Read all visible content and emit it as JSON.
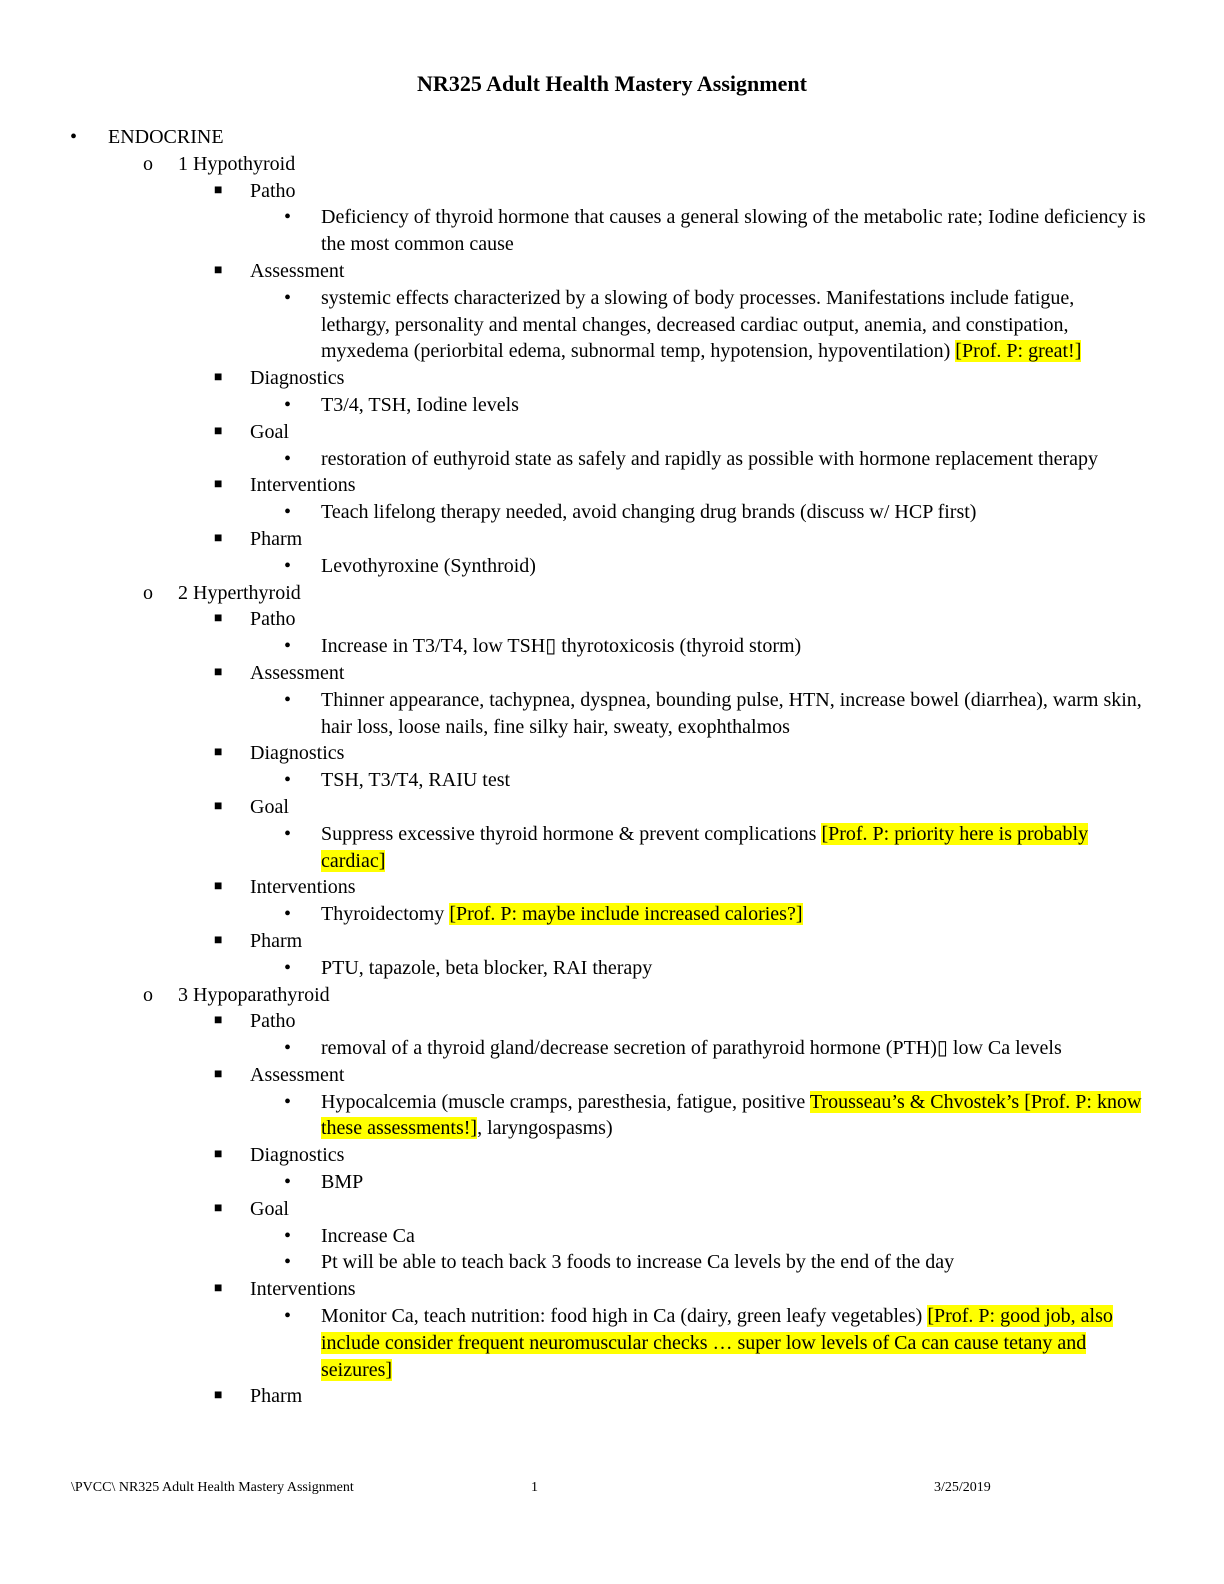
{
  "title": "NR325 Adult Health Mastery Assignment",
  "lines": [
    {
      "lvl": 1,
      "segs": [
        {
          "t": "ENDOCRINE"
        }
      ]
    },
    {
      "lvl": 2,
      "segs": [
        {
          "t": "1 Hypothyroid"
        }
      ]
    },
    {
      "lvl": 3,
      "segs": [
        {
          "t": "Patho"
        }
      ]
    },
    {
      "lvl": 4,
      "segs": [
        {
          "t": "Deficiency of thyroid hormone that causes a general slowing of the metabolic rate; Iodine deficiency is the most common cause"
        }
      ]
    },
    {
      "lvl": 3,
      "segs": [
        {
          "t": "Assessment"
        }
      ]
    },
    {
      "lvl": 4,
      "segs": [
        {
          "t": "systemic effects characterized by a slowing of body processes. Manifestations include fatigue, lethargy, personality and mental changes, decreased cardiac output, anemia, and constipation, myxedema (periorbital edema, subnormal temp, hypotension, hypoventilation) "
        },
        {
          "t": "[Prof. P: great!]",
          "hl": true
        }
      ]
    },
    {
      "lvl": 3,
      "segs": [
        {
          "t": "Diagnostics"
        }
      ]
    },
    {
      "lvl": 4,
      "segs": [
        {
          "t": "T3/4, TSH, Iodine levels"
        }
      ]
    },
    {
      "lvl": 3,
      "segs": [
        {
          "t": "Goal"
        }
      ]
    },
    {
      "lvl": 4,
      "segs": [
        {
          "t": "restoration of euthyroid state as safely and rapidly as possible with hormone replacement therapy"
        }
      ]
    },
    {
      "lvl": 3,
      "segs": [
        {
          "t": "Interventions"
        }
      ]
    },
    {
      "lvl": 4,
      "segs": [
        {
          "t": "Teach lifelong therapy needed, avoid changing drug brands (discuss w/ HCP first)"
        }
      ]
    },
    {
      "lvl": 3,
      "segs": [
        {
          "t": "Pharm"
        }
      ]
    },
    {
      "lvl": 4,
      "segs": [
        {
          "t": "Levothyroxine (Synthroid)"
        }
      ]
    },
    {
      "lvl": 2,
      "segs": [
        {
          "t": "2 Hyperthyroid"
        }
      ]
    },
    {
      "lvl": 3,
      "segs": [
        {
          "t": "Patho"
        }
      ]
    },
    {
      "lvl": 4,
      "segs": [
        {
          "t": "Increase in T3/T4, low TSH▯ thyrotoxicosis (thyroid storm)"
        }
      ]
    },
    {
      "lvl": 3,
      "segs": [
        {
          "t": "Assessment"
        }
      ]
    },
    {
      "lvl": 4,
      "segs": [
        {
          "t": "Thinner appearance, tachypnea, dyspnea, bounding pulse, HTN, increase bowel (diarrhea), warm skin, hair loss, loose nails, fine silky hair, sweaty, exophthalmos"
        }
      ]
    },
    {
      "lvl": 3,
      "segs": [
        {
          "t": "Diagnostics"
        }
      ]
    },
    {
      "lvl": 4,
      "segs": [
        {
          "t": "TSH, T3/T4, RAIU test"
        }
      ]
    },
    {
      "lvl": 3,
      "segs": [
        {
          "t": "Goal"
        }
      ]
    },
    {
      "lvl": 4,
      "segs": [
        {
          "t": "Suppress excessive thyroid hormone & prevent complications "
        },
        {
          "t": "[Prof. P: priority here is probably cardiac]",
          "hl": true
        }
      ]
    },
    {
      "lvl": 3,
      "segs": [
        {
          "t": "Interventions"
        }
      ]
    },
    {
      "lvl": 4,
      "segs": [
        {
          "t": "Thyroidectomy "
        },
        {
          "t": "[Prof. P: maybe include increased calories?]",
          "hl": true
        }
      ]
    },
    {
      "lvl": 3,
      "segs": [
        {
          "t": "Pharm"
        }
      ]
    },
    {
      "lvl": 4,
      "segs": [
        {
          "t": "PTU, tapazole, beta blocker, RAI therapy"
        }
      ]
    },
    {
      "lvl": 2,
      "segs": [
        {
          "t": "3 Hypoparathyroid"
        }
      ]
    },
    {
      "lvl": 3,
      "segs": [
        {
          "t": "Patho"
        }
      ]
    },
    {
      "lvl": 4,
      "segs": [
        {
          "t": "removal of a thyroid gland/decrease secretion of parathyroid hormone (PTH)▯ low Ca levels"
        }
      ]
    },
    {
      "lvl": 3,
      "segs": [
        {
          "t": "Assessment"
        }
      ]
    },
    {
      "lvl": 4,
      "segs": [
        {
          "t": "Hypocalcemia (muscle cramps, paresthesia, fatigue, positive "
        },
        {
          "t": "Trousseau’s & Chvostek’s [Prof. P: know these assessments!]",
          "hl": true
        },
        {
          "t": ", laryngospasms)"
        }
      ]
    },
    {
      "lvl": 3,
      "segs": [
        {
          "t": "Diagnostics"
        }
      ]
    },
    {
      "lvl": 4,
      "segs": [
        {
          "t": "BMP"
        }
      ]
    },
    {
      "lvl": 3,
      "segs": [
        {
          "t": "Goal"
        }
      ]
    },
    {
      "lvl": 4,
      "segs": [
        {
          "t": "Increase Ca"
        }
      ]
    },
    {
      "lvl": 4,
      "segs": [
        {
          "t": "Pt will be able to teach back 3 foods to increase Ca levels by the end of the day"
        }
      ]
    },
    {
      "lvl": 3,
      "segs": [
        {
          "t": "Interventions"
        }
      ]
    },
    {
      "lvl": 4,
      "segs": [
        {
          "t": "Monitor Ca, teach nutrition: food high in Ca (dairy, green leafy vegetables) "
        },
        {
          "t": "[Prof. P: good job, also include consider frequent neuromuscular checks … super low levels of Ca can cause tetany and seizures]",
          "hl": true
        }
      ]
    },
    {
      "lvl": 3,
      "segs": [
        {
          "t": "Pharm"
        }
      ]
    }
  ],
  "markers": {
    "1": "•",
    "2": "o",
    "3": "■",
    "4": "•"
  },
  "footer": {
    "left": "\\PVCC\\ NR325 Adult Health Mastery Assignment",
    "page": "1",
    "date": "3/25/2019"
  },
  "colors": {
    "highlight": "#ffff00"
  }
}
